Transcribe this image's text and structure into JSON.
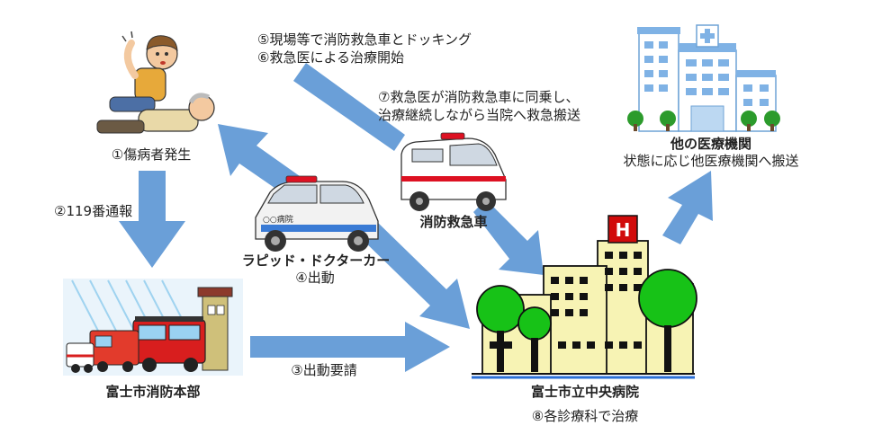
{
  "colors": {
    "arrow": "#6a9fd8",
    "hospital_body": "#f7f3b4",
    "tree": "#17c217",
    "hospital_cross": "#d10b0b",
    "other_hospital": "#7fb2e5"
  },
  "nodes": {
    "patient": {
      "label": "①傷病者発生"
    },
    "report": {
      "label": "②119番通報"
    },
    "fire_hq": {
      "label": "富士市消防本部"
    },
    "dispatch_request": {
      "label": "③出動要請"
    },
    "rapid_car": {
      "name": "ラピッド・ドクターカー",
      "sub": "④出動",
      "car_text": "○○病院"
    },
    "docking": {
      "line1": "⑤現場等で消防救急車とドッキング",
      "line2": "⑥救急医による治療開始"
    },
    "ride_along": {
      "line1": "⑦救急医が消防救急車に同乗し、",
      "line2": "治療継続しながら当院へ救急搬送"
    },
    "ambulance": {
      "label": "消防救急車"
    },
    "other_hospital": {
      "name": "他の医療機関",
      "sub": "状態に応じ他医療機関へ搬送"
    },
    "central_hospital": {
      "name": "富士市立中央病院",
      "sub": "⑧各診療科で治療",
      "sign": "H"
    }
  }
}
